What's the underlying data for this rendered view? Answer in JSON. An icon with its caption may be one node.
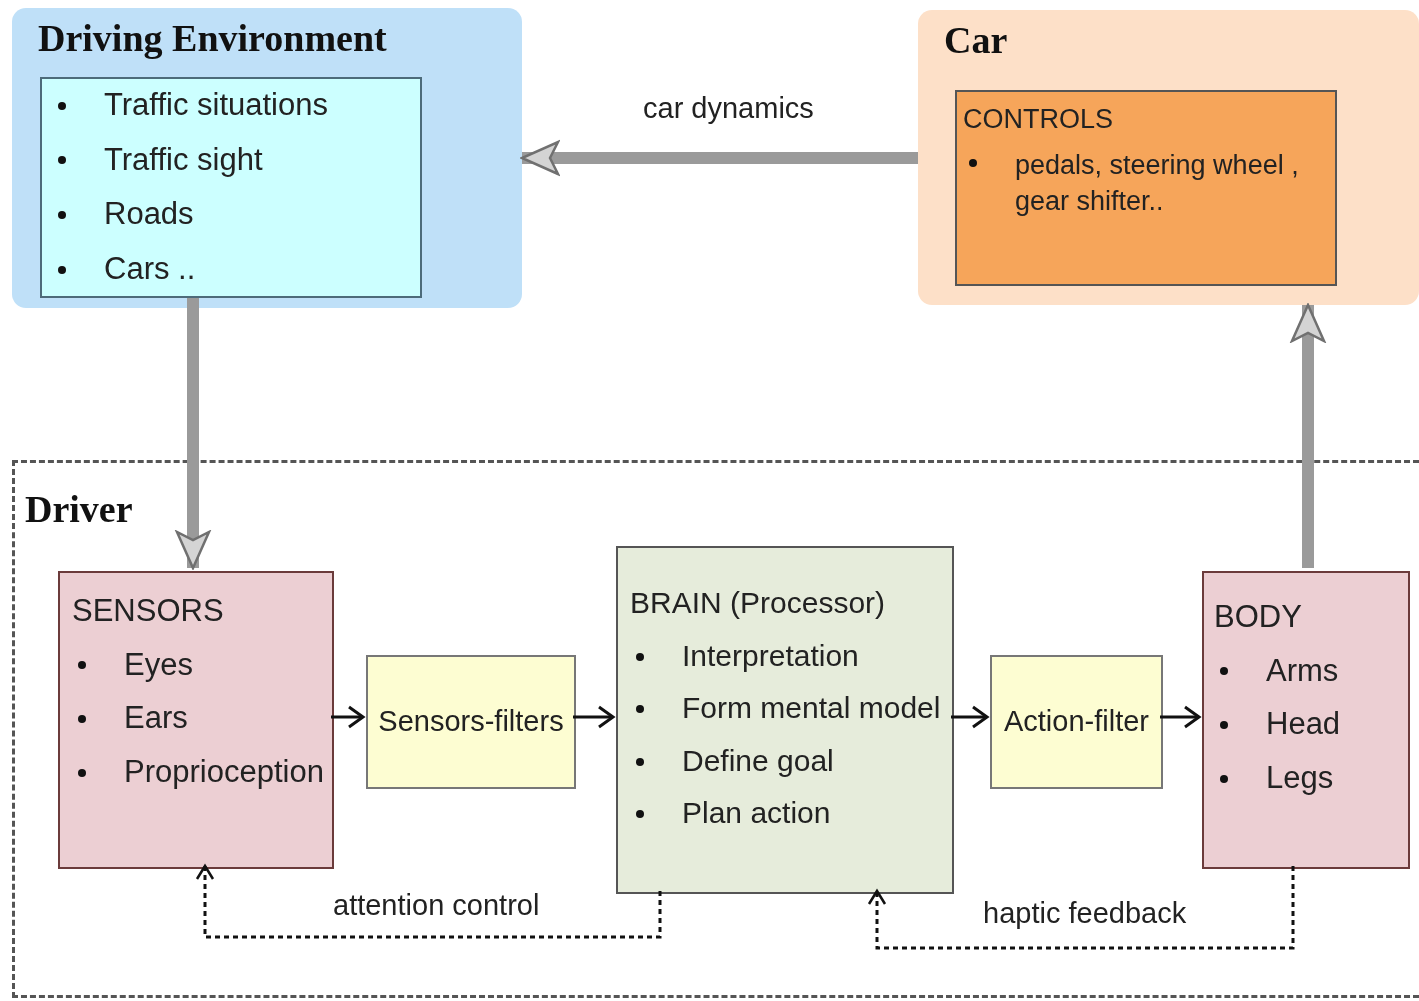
{
  "diagram": {
    "nodes": [
      {
        "text": [
          "Driving Environment"
        ]
      },
      {
        "text": [
          "Traffic situations",
          "Traffic sight",
          "Roads",
          "Cars .."
        ],
        "in": 0
      },
      {
        "text": [
          "Car"
        ]
      },
      {
        "text": [
          "CONTROLS",
          "pedals, steering wheel , gear shifter.."
        ],
        "in": 2
      },
      {
        "text": [
          "Driver"
        ]
      },
      {
        "text": [
          "SENSORS",
          "Eyes",
          "Ears",
          "Proprioception"
        ],
        "in": 4
      },
      {
        "text": [
          "Sensors-filters"
        ],
        "in": 4
      },
      {
        "text": [
          "BRAIN (Processor)",
          "Interpretation",
          "Form mental model",
          "Define goal",
          "Plan action"
        ],
        "in": 4
      },
      {
        "text": [
          "Action-filter"
        ],
        "in": 4
      },
      {
        "text": [
          "BODY",
          "Arms",
          "Head",
          "Legs"
        ],
        "in": 4
      }
    ],
    "edges": [
      {
        "from": 2,
        "to": 0,
        "arrow": "to",
        "label": "car dynamics",
        "style": "thick",
        "color": "#9a9a9a"
      },
      {
        "from": 1,
        "to": 5,
        "arrow": "to",
        "style": "thick",
        "color": "#9a9a9a"
      },
      {
        "from": 9,
        "to": 2,
        "arrow": "to",
        "style": "thick",
        "color": "#9a9a9a"
      },
      {
        "from": 5,
        "to": 6,
        "arrow": "to"
      },
      {
        "from": 6,
        "to": 7,
        "arrow": "to"
      },
      {
        "from": 7,
        "to": 8,
        "arrow": "to"
      },
      {
        "from": 8,
        "to": 9,
        "arrow": "to"
      },
      {
        "from": 7,
        "to": 5,
        "arrow": "to",
        "label": "attention control",
        "style": "dashed"
      },
      {
        "from": 9,
        "to": 7,
        "arrow": "to",
        "label": "haptic feedback",
        "style": "dashed"
      }
    ]
  }
}
